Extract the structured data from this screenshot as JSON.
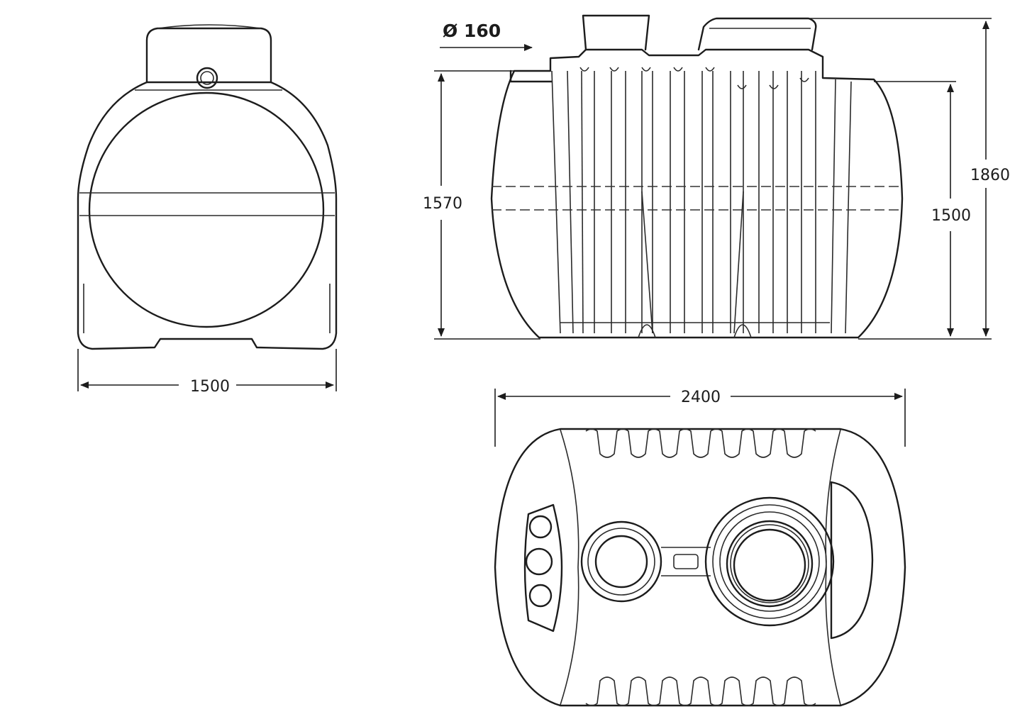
{
  "dimensions": {
    "front_width": "1500",
    "pipe_diameter": "Ø 160",
    "inlet_height": "1570",
    "total_height": "1860",
    "body_height": "1500",
    "length": "2400"
  },
  "colors": {
    "line": "#1c1c1c",
    "background": "#ffffff"
  },
  "icons": {
    "inlet_arrow": "arrow-right-icon"
  }
}
